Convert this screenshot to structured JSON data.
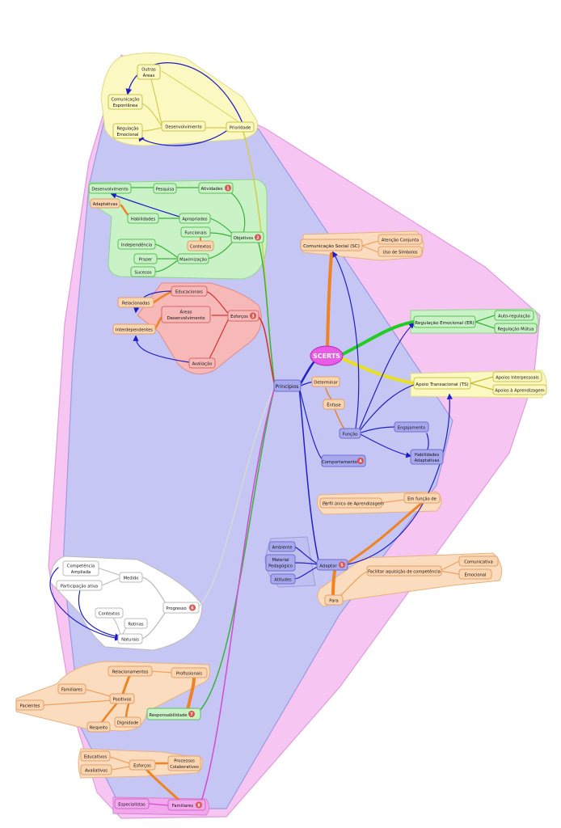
{
  "colors": {
    "pink": "#f6c5f2",
    "blue": "#c6c6f4",
    "yellow": "#fbf8c2",
    "green": "#c9f2c7",
    "red": "#f7b8b8",
    "orange": "#fbdcbe",
    "white": "#ffffff",
    "badge": "#d9534f"
  },
  "nodes": {
    "scerts": "SCERTS",
    "principios": "Princípios",
    "comunicacao_social": "Comunicação Social (SC)",
    "atencao_conjunta": "Atenção Conjunta",
    "uso_simbolos": "Uso de Símbolos",
    "regulacao_emocional_er": "Regulação Emocional (ER)",
    "auto_regulacao": "Auto-regulação",
    "regulacao_mutua": "Regulação Mútua",
    "apoio_transacional": "Apoio Transacional (TS)",
    "apoios_interpessoais": "Apoios Interpessoais",
    "apoios_aprendizagem": "Apoios à Aprendizagem",
    "determinar": "Determinar",
    "enfase": "Ênfase",
    "funcao": "Função",
    "engajamento": "Engajamento",
    "habilidades_adaptativas_1": "Habilidades",
    "habilidades_adaptativas_2": "Adaptativas",
    "comportamento": "Comportamento",
    "perfil_unico": "Perfil único de Aprendizagem",
    "em_funcao_de": "Em função de",
    "ambiente": "Ambiente",
    "material_1": "Material",
    "material_2": "Pedagógico",
    "atitudes": "Atitudes",
    "adaptar": "Adaptar",
    "facilitar": "Facilitar aquisição de competência",
    "comunicativa": "Comunicativa",
    "emocional": "Emocional",
    "para": "Para",
    "outras_1": "Outras",
    "outras_2": "Áreas",
    "comunicacao_esp_1": "Comunicação",
    "comunicacao_esp_2": "Espontânea",
    "regulacao_1": "Regulação",
    "regulacao_2": "Emocional",
    "desenvolvimento_y": "Desenvolvimento",
    "prioridade": "Prioridade",
    "desenvolvimento_g": "Desenvolvimento",
    "adaptativas": "Adaptativas",
    "pesquisa": "Pesquisa",
    "atividades": "Atividades",
    "habilidades": "Habilidades",
    "apropriados": "Apropriados",
    "funcionais": "Funcionais",
    "contextos_g": "Contextos",
    "objetivos": "Objetivos",
    "independencia": "Independência",
    "prazer": "Prazer",
    "maximizacao": "Maximização",
    "sucesso": "Sucesso",
    "relacionadas": "Relacionadas",
    "educacionais": "Educacionais",
    "areas_1": "Áreas",
    "areas_2": "Desenvolvimento",
    "interdependentes": "Interdependentes",
    "esforcos_r": "Esforços",
    "avaliacao": "Avaliação",
    "competencia_1": "Competência",
    "competencia_2": "Ampliada",
    "participacao": "Participação ativa",
    "medido": "Medido",
    "contextos_w": "Contextos",
    "rotinas": "Rotinas",
    "naturais": "Naturais",
    "progresso": "Progresso",
    "relacionamentos": "Relacionamentos",
    "profissionais": "Profissionais",
    "familiares_o": "Familiares",
    "positivos": "Positivos",
    "pacientes": "Pacientes",
    "respeito": "Respeito",
    "dignidade": "Dignidade",
    "responsabilidade": "Responsabilidade",
    "educativos": "Educativos",
    "avaliativos": "Avaliativos",
    "esforcos_o": "Esforços",
    "processos_1": "Processos",
    "processos_2": "Colaborativos",
    "especialistas": "Especialistas",
    "familiares_p": "Familiares"
  },
  "badges": {
    "atividades": "1",
    "objetivos": "2",
    "esforcos": "3",
    "comportamento": "4",
    "adaptar": "5",
    "progresso": "6",
    "responsabilidade": "7",
    "familiares": "8"
  }
}
